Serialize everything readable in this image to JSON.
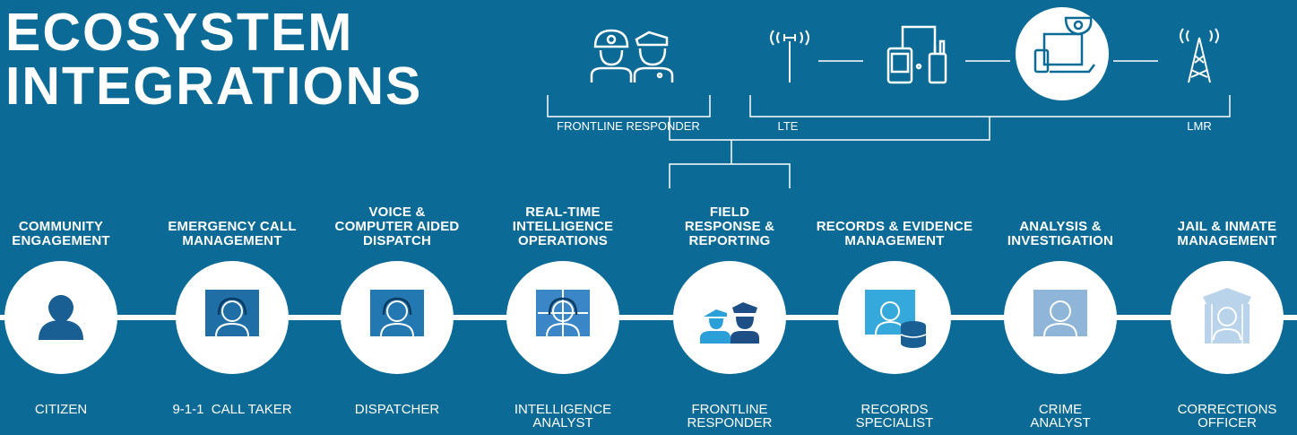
{
  "title": {
    "line1": "ECOSYSTEM",
    "line2": "INTEGRATIONS"
  },
  "top": {
    "labels": {
      "frontline": "FRONTLINE RESPONDER",
      "lte": "LTE",
      "lmr": "LMR"
    },
    "icons": [
      "firefighter-police-icon",
      "lte-antenna-icon",
      "radio-devices-icon",
      "camera-devices-icon",
      "lmr-tower-icon"
    ]
  },
  "stages": [
    {
      "heading": "COMMUNITY\nENGAGEMENT",
      "role": "CITIZEN",
      "icon": "citizen-icon",
      "color": "#1a5f93"
    },
    {
      "heading": "EMERGENCY CALL\nMANAGEMENT",
      "role": "9-1-1  CALL TAKER",
      "icon": "call-taker-icon",
      "color": "#1f6fa6"
    },
    {
      "heading": "VOICE &\nCOMPUTER AIDED\nDISPATCH",
      "role": "DISPATCHER",
      "icon": "dispatcher-icon",
      "color": "#2478b1"
    },
    {
      "heading": "REAL-TIME\nINTELLIGENCE\nOPERATIONS",
      "role": "INTELLIGENCE\nANALYST",
      "icon": "intelligence-analyst-icon",
      "color": "#3b86c6"
    },
    {
      "heading": "FIELD\nRESPONSE &\nREPORTING",
      "role": "FRONTLINE\nRESPONDER",
      "icon": "frontline-responder-icon",
      "color": "#2a9fd8"
    },
    {
      "heading": "RECORDS & EVIDENCE\nMANAGEMENT",
      "role": "RECORDS\nSPECIALIST",
      "icon": "records-specialist-icon",
      "color": "#35a8dc"
    },
    {
      "heading": "ANALYSIS &\nINVESTIGATION",
      "role": "CRIME\nANALYST",
      "icon": "crime-analyst-icon",
      "color": "#8fb5d9"
    },
    {
      "heading": "JAIL & INMATE\nMANAGEMENT",
      "role": "CORRECTIONS\nOFFICER",
      "icon": "corrections-officer-icon",
      "color": "#b9d3ea"
    }
  ]
}
